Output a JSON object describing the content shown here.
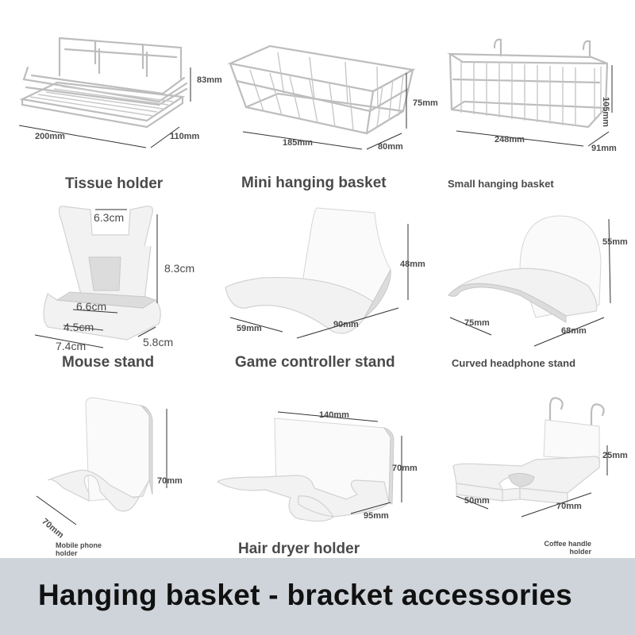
{
  "products": [
    {
      "name": "Tissue holder",
      "dims": [
        "83mm",
        "200mm",
        "110mm"
      ]
    },
    {
      "name": "Mini hanging basket",
      "dims": [
        "75mm",
        "185mm",
        "80mm"
      ]
    },
    {
      "name": "Small hanging basket",
      "dims": [
        "105mm",
        "248mm",
        "91mm"
      ]
    },
    {
      "name": "Mouse stand",
      "dims": [
        "6.3cm",
        "8.3cm",
        "6.6cm",
        "4.5cm",
        "7.4cm",
        "5.8cm"
      ]
    },
    {
      "name": "Game controller stand",
      "dims": [
        "48mm",
        "59mm",
        "90mm"
      ]
    },
    {
      "name": "Curved headphone stand",
      "dims": [
        "55mm",
        "75mm",
        "68mm"
      ]
    },
    {
      "name": "Mobile phone holder",
      "dims": [
        "70mm",
        "70mm"
      ]
    },
    {
      "name": "Hair dryer holder",
      "dims": [
        "140mm",
        "70mm",
        "95mm"
      ]
    },
    {
      "name": "Coffee handle holder",
      "dims": [
        "25mm",
        "50mm",
        "70mm"
      ]
    }
  ],
  "banner": {
    "title": "Hanging basket - bracket accessories"
  },
  "colors": {
    "banner_bg": "#cfd4db",
    "product_white": "#f2f2f2",
    "wire_gray": "#bdbdbd"
  }
}
